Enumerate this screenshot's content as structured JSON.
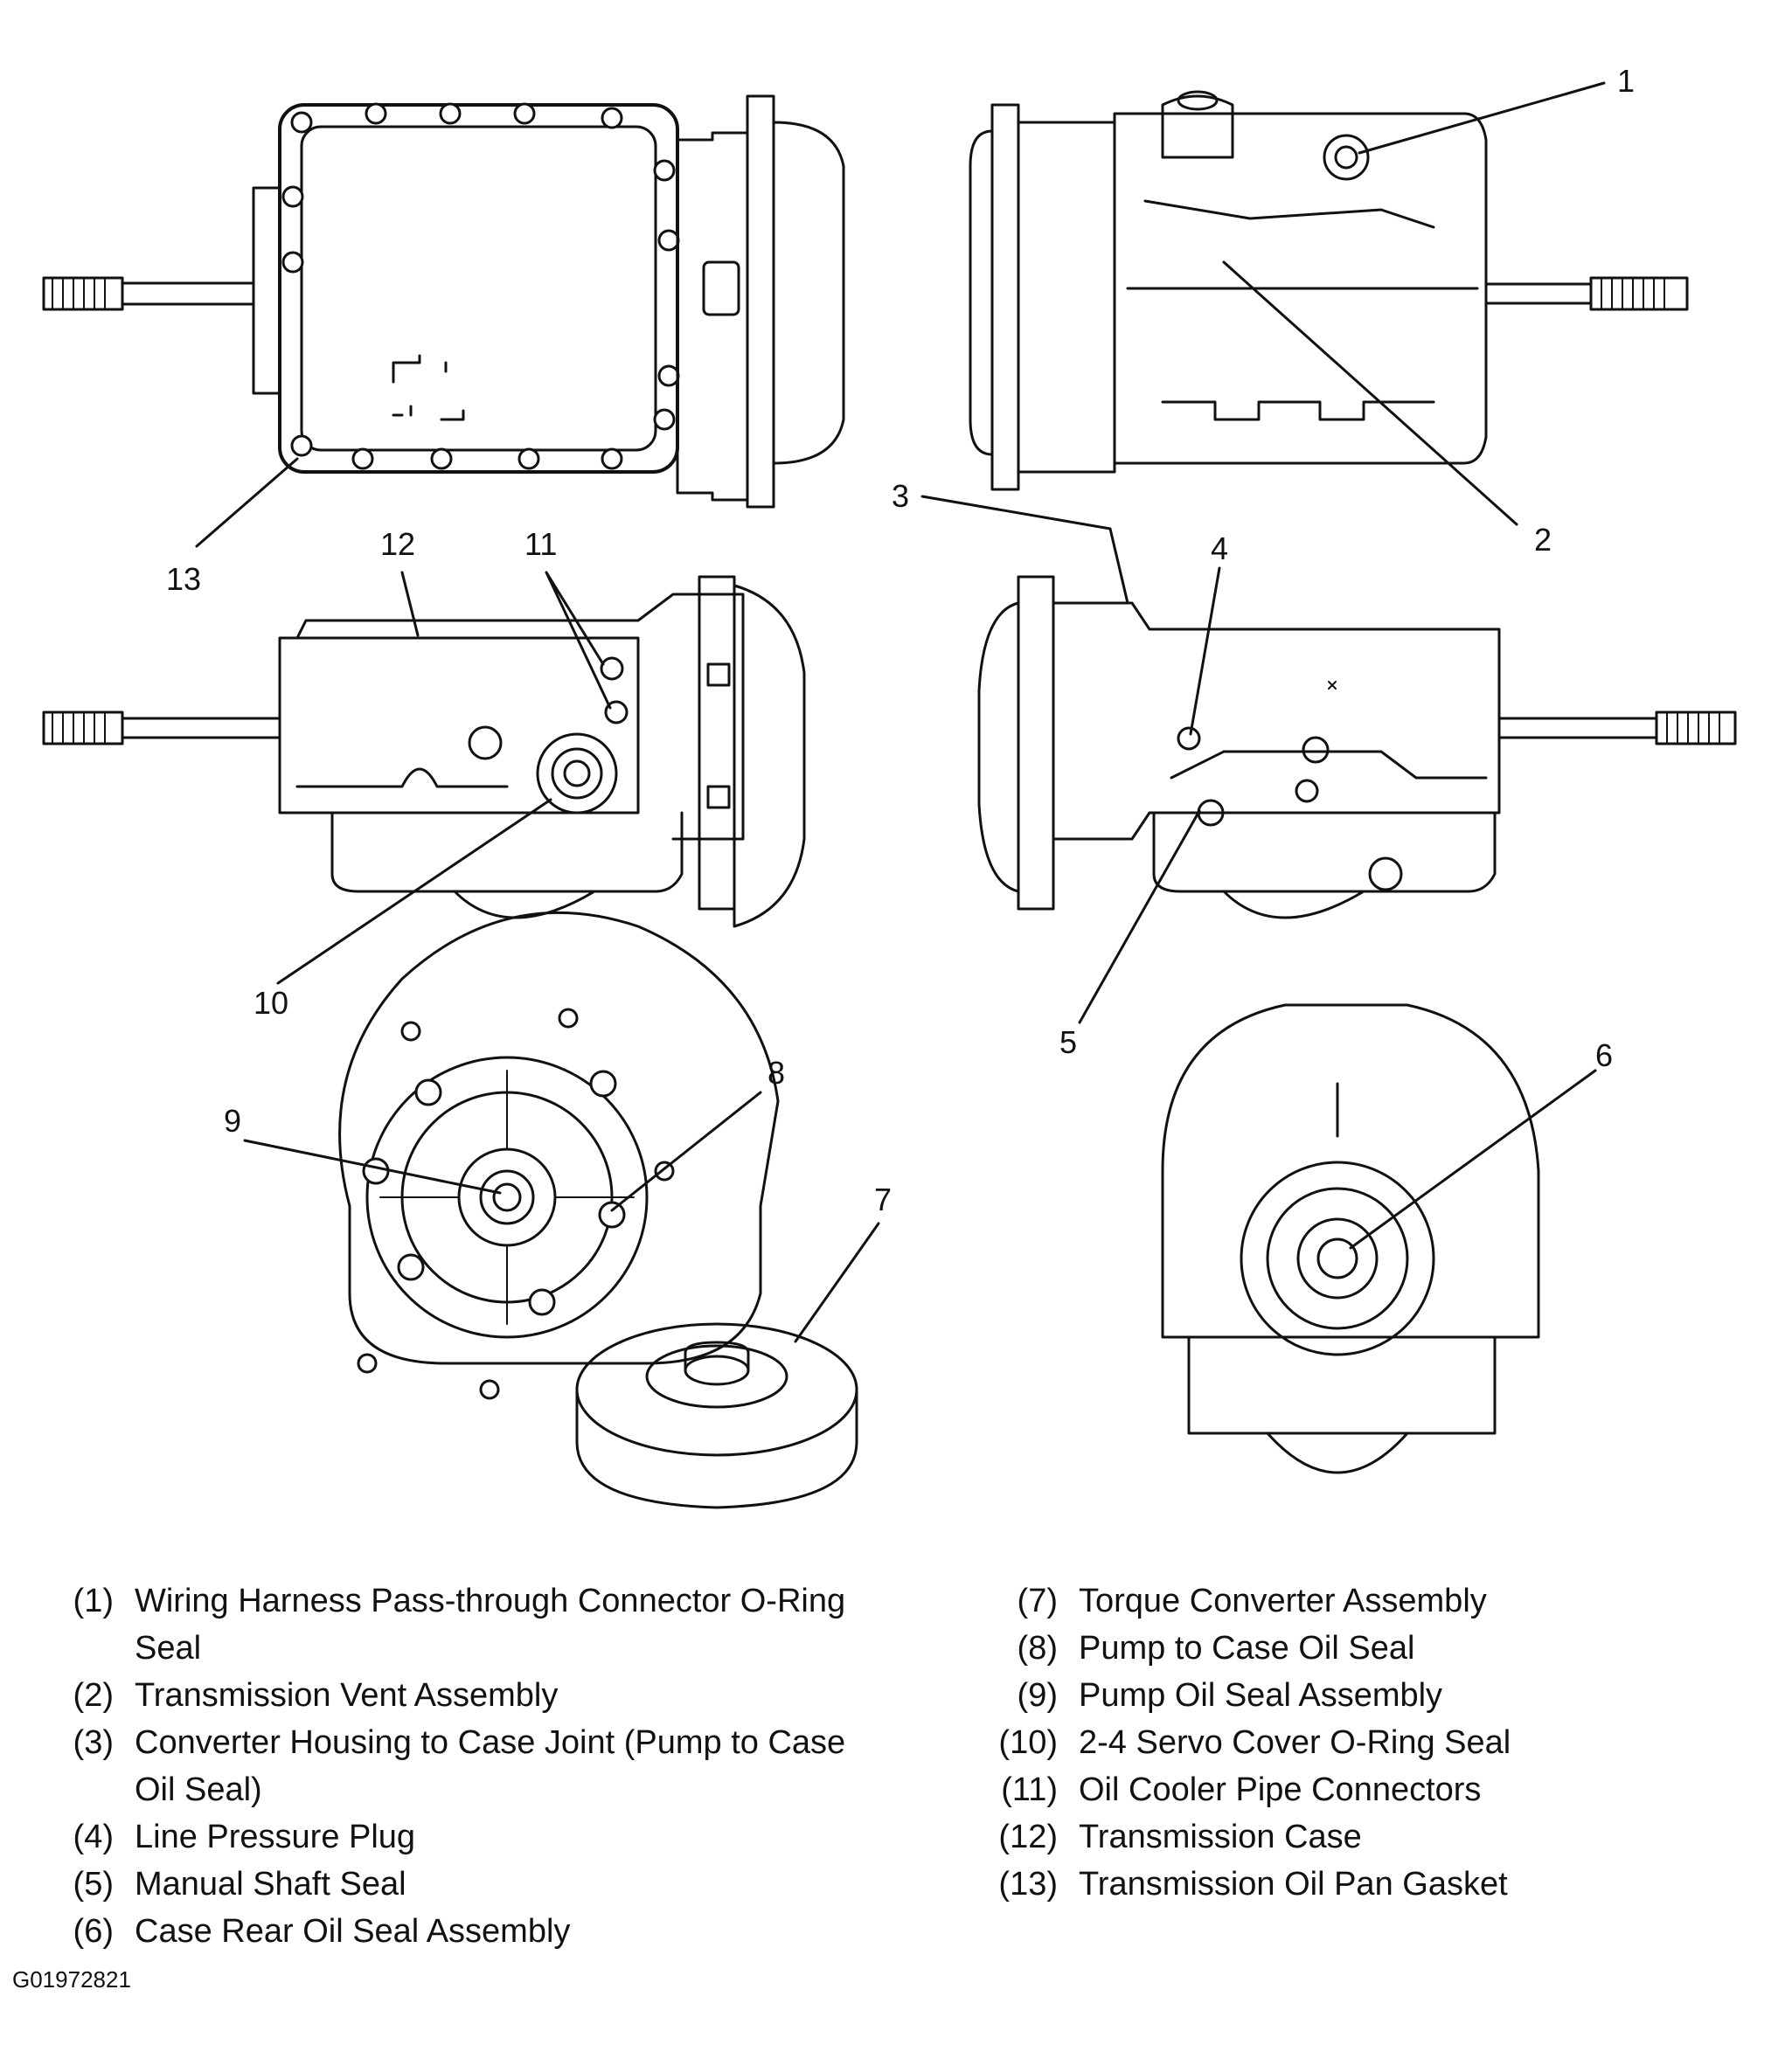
{
  "callouts": [
    "1",
    "2",
    "3",
    "4",
    "5",
    "6",
    "7",
    "8",
    "9",
    "10",
    "11",
    "12",
    "13"
  ],
  "legend_left": [
    {
      "num": "(1)",
      "text": "Wiring Harness Pass-through Connector O-Ring Seal"
    },
    {
      "num": "(2)",
      "text": "Transmission Vent Assembly"
    },
    {
      "num": "(3)",
      "text": "Converter Housing to Case Joint (Pump to Case Oil Seal)"
    },
    {
      "num": "(4)",
      "text": "Line Pressure Plug"
    },
    {
      "num": "(5)",
      "text": "Manual Shaft Seal"
    },
    {
      "num": "(6)",
      "text": "Case Rear Oil Seal Assembly"
    }
  ],
  "legend_right": [
    {
      "num": "(7)",
      "text": "Torque Converter Assembly"
    },
    {
      "num": "(8)",
      "text": "Pump to Case Oil Seal"
    },
    {
      "num": "(9)",
      "text": "Pump Oil Seal Assembly"
    },
    {
      "num": "(10)",
      "text": "2-4 Servo Cover O-Ring Seal"
    },
    {
      "num": "(11)",
      "text": "Oil Cooler Pipe Connectors"
    },
    {
      "num": "(12)",
      "text": "Transmission Case"
    },
    {
      "num": "(13)",
      "text": "Transmission Oil Pan Gasket"
    }
  ],
  "figure_id": "G01972821"
}
